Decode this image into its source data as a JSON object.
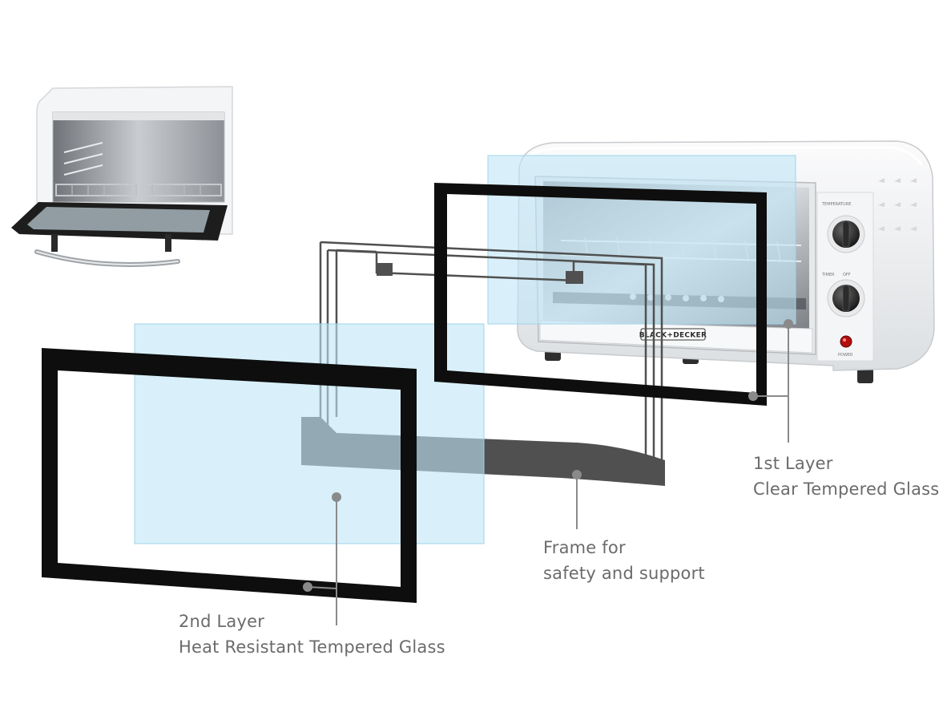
{
  "brand": {
    "text": "BLACK+DECKER",
    "power_label": "POWER",
    "temperature_label": "TEMPERATURE",
    "timer_label": "TIMER",
    "off_label": "OFF"
  },
  "callouts": {
    "layer1": {
      "title": "1st Layer",
      "subtitle": "Clear Tempered Glass"
    },
    "frame": {
      "title": "Frame for",
      "subtitle": "safety and support"
    },
    "layer2": {
      "title": "2nd Layer",
      "subtitle": "Heat Resistant Tempered Glass"
    }
  },
  "colors": {
    "glass": "#bfe6f7",
    "frame_border": "#0e0e0e",
    "support_frame": "#505050",
    "leader_line": "#8a8a8a",
    "oven_body": "#f2f3f4",
    "label_text": "#6b6b6b"
  }
}
